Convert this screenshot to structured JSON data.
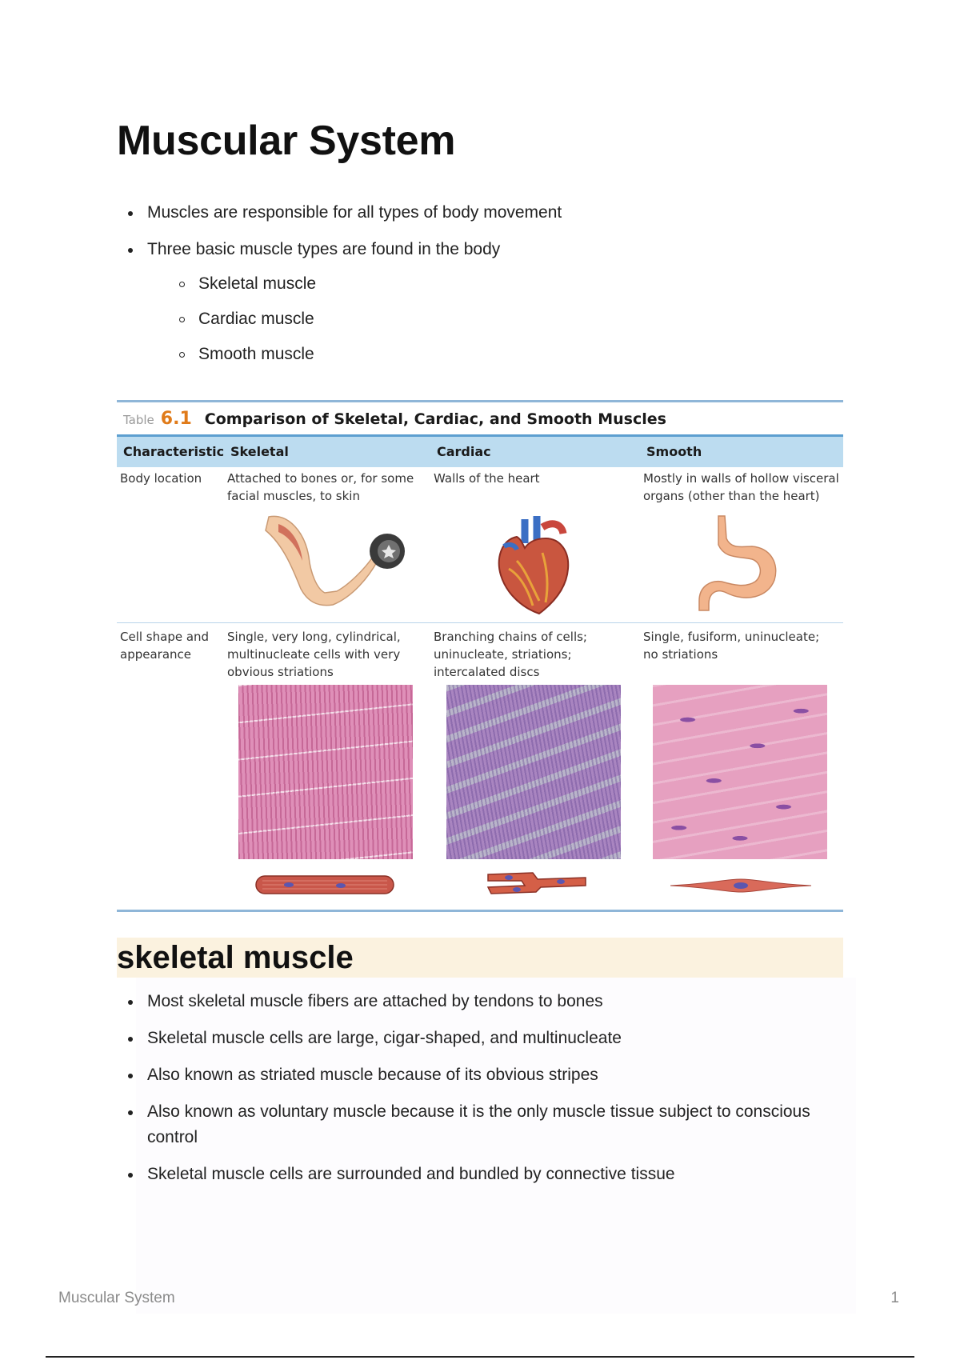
{
  "doc": {
    "title": "Muscular System"
  },
  "intro": {
    "bullets": [
      "Muscles are responsible for all types of body movement",
      "Three basic muscle types are found in the body"
    ],
    "sub_bullets": [
      "Skeletal muscle",
      "Cardiac muscle",
      "Smooth muscle"
    ]
  },
  "table": {
    "label_word": "Table",
    "label_num": "6.1",
    "title": "Comparison of Skeletal, Cardiac, and Smooth Muscles",
    "columns": [
      "Characteristic",
      "Skeletal",
      "Cardiac",
      "Smooth"
    ],
    "rows": [
      {
        "characteristic": "Body location",
        "skeletal": "Attached to bones or, for some facial muscles, to skin",
        "cardiac": "Walls of the heart",
        "smooth": "Mostly in walls of hollow visceral organs (other than the heart)"
      },
      {
        "characteristic": "Cell shape and appearance",
        "skeletal": "Single, very long, cylindrical, multinucleate cells with very obvious striations",
        "cardiac": "Branching chains of cells; uninucleate, striations; intercalated discs",
        "smooth": "Single, fusiform, uninucleate; no striations"
      }
    ]
  },
  "section": {
    "heading": "skeletal muscle",
    "bullets": [
      "Most skeletal muscle fibers are attached by tendons to bones",
      "Skeletal muscle cells are large, cigar-shaped, and multinucleate",
      "Also known as striated muscle because of its obvious stripes",
      "Also known as voluntary muscle because it is the only muscle tissue subject to conscious control",
      "Skeletal muscle cells are surrounded and bundled by connective tissue"
    ]
  },
  "footer": {
    "title": "Muscular System",
    "page_number": "1"
  },
  "colors": {
    "table_header_bg": "#bcdcf0",
    "table_accent": "#e07b1a",
    "heading_highlight": "#fbf2df"
  }
}
